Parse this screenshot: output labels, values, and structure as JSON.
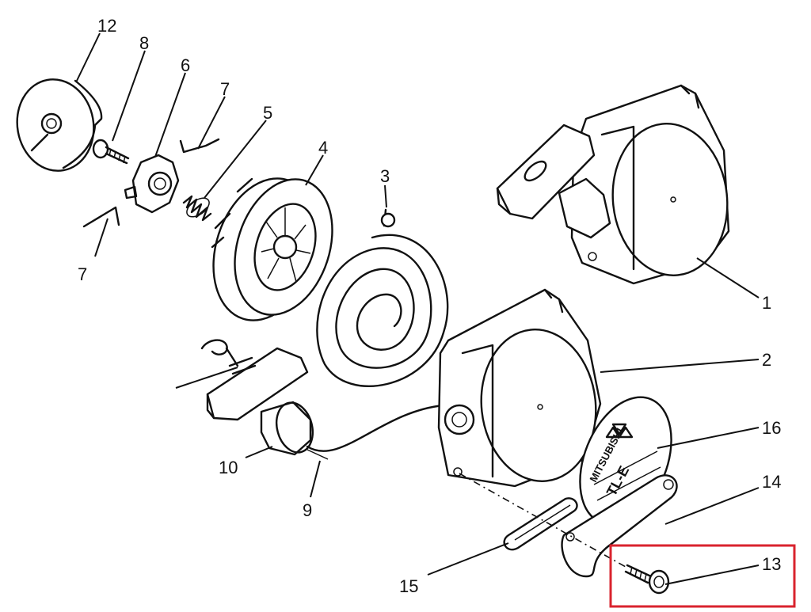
{
  "callouts": [
    {
      "id": "p1",
      "label": "1"
    },
    {
      "id": "p2",
      "label": "2"
    },
    {
      "id": "p3",
      "label": "3"
    },
    {
      "id": "p4",
      "label": "4"
    },
    {
      "id": "p5",
      "label": "5"
    },
    {
      "id": "p6",
      "label": "6"
    },
    {
      "id": "p7a",
      "label": "7"
    },
    {
      "id": "p7b",
      "label": "7"
    },
    {
      "id": "p8",
      "label": "8"
    },
    {
      "id": "p9",
      "label": "9"
    },
    {
      "id": "p10",
      "label": "10"
    },
    {
      "id": "p12",
      "label": "12"
    },
    {
      "id": "p13",
      "label": "13"
    },
    {
      "id": "p14",
      "label": "14"
    },
    {
      "id": "p15",
      "label": "15"
    },
    {
      "id": "p16",
      "label": "16"
    }
  ],
  "cover_logo": {
    "brand": "MITSUBISHI",
    "model": "TL-E"
  },
  "highlight": {
    "target": "13",
    "color": "#d9232e"
  },
  "colors": {
    "line": "#111111",
    "background": "#ffffff"
  }
}
